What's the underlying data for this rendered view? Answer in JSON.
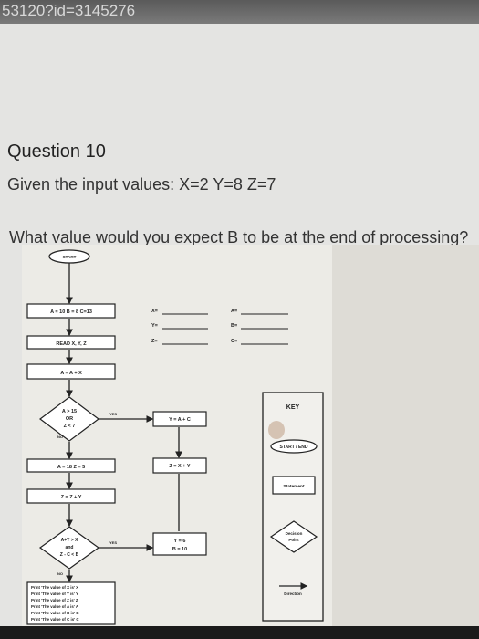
{
  "browser": {
    "url_fragment": "53120?id=3145276"
  },
  "question": {
    "title": "Question 10",
    "given": "Given the input values: X=2 Y=8 Z=7",
    "prompt": "What value would you expect B to be at the end of processing?"
  },
  "flowchart": {
    "start": "START",
    "init": "A = 10   B = 8   C=13",
    "read": "READ X, Y, Z",
    "assign1": "A = A + X",
    "decision1": {
      "l1": "A > 15",
      "l2": "OR",
      "l3": "Z < 7"
    },
    "yes1": "YES",
    "no1": "NO",
    "yes1_box": "Y = A + C",
    "no1_box": "A = 18     Z = 5",
    "mid_box": "Z = X + Y",
    "assign2": "Z = Z + Y",
    "decision2": {
      "l1": "A+Y > X",
      "l2": "and",
      "l3": "Z - C < B"
    },
    "yes2": "YES",
    "no2": "NO",
    "yes2_box": {
      "l1": "Y = 6",
      "l2": "B = 10"
    },
    "print": [
      "Print 'The value of X is' X",
      "Print 'The value of Y is' Y",
      "Print 'The value of Z is' Z",
      "Print 'The value of A is' A",
      "Print 'The value of B is' B",
      "Print 'The value of C is' C"
    ]
  },
  "answers": {
    "x_label": "X=",
    "y_label": "Y=",
    "z_label": "Z=",
    "a_label": "A=",
    "b_label": "B=",
    "c_label": "C="
  },
  "key": {
    "title": "KEY",
    "start_end": "START / END",
    "statement": "Statement",
    "decision": {
      "l1": "Decision",
      "l2": "Point"
    },
    "direction": "Direction"
  }
}
